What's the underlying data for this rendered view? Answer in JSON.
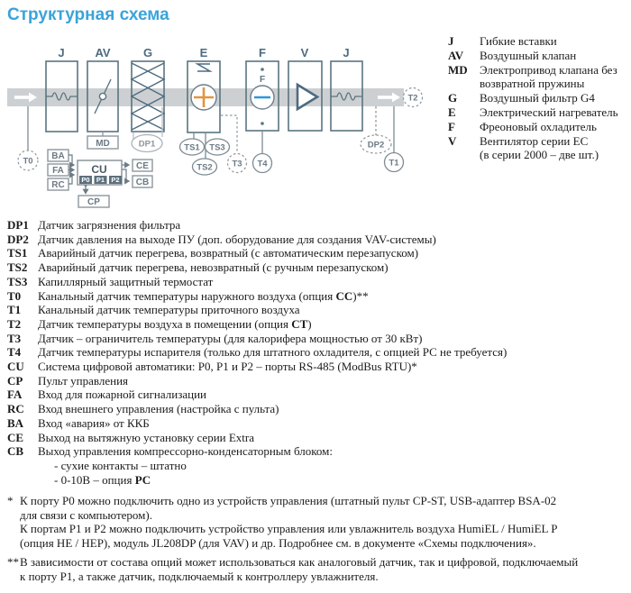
{
  "title": "Структурная схема",
  "colors": {
    "title_blue": "#3aa3da",
    "box_stroke": "#5a7480",
    "label_blue_gray": "#4d6b80",
    "duct_gray": "#cdd0d2",
    "heater_orange": "#e2953e",
    "cooler_blue": "#2b9bd7",
    "small_box_stroke": "#8d969c",
    "sensor_stroke": "#7d8b93",
    "port_fill": "#5c707e"
  },
  "diagram": {
    "duct_labels": {
      "j1": "J",
      "av": "AV",
      "g": "G",
      "e": "E",
      "f": "F",
      "v": "V",
      "j2": "J"
    },
    "f_inner_label": "F",
    "blocks": {
      "md": "MD",
      "cu": "CU",
      "cp": "CP",
      "ba": "BA",
      "fa": "FA",
      "rc": "RC",
      "ce": "CE",
      "cb": "CB"
    },
    "ports": {
      "p0": "P0",
      "p1": "P1",
      "p2": "P2"
    },
    "sensors": {
      "t0": "T0",
      "t1": "T1",
      "t2": "T2",
      "t3": "T3",
      "t4": "T4",
      "ts1": "TS1",
      "ts2": "TS2",
      "ts3": "TS3",
      "dp1": "DP1",
      "dp2": "DP2"
    }
  },
  "legend": {
    "rows": [
      {
        "key": "J",
        "text": "Гибкие вставки"
      },
      {
        "key": "AV",
        "text": "Воздушный клапан"
      },
      {
        "key": "MD",
        "text": "Электропривод клапана без\nвозвратной пружины"
      },
      {
        "key": "G",
        "text": "Воздушный фильтр G4"
      },
      {
        "key": "E",
        "text": "Электрический нагреватель"
      },
      {
        "key": "F",
        "text": "Фреоновый охладитель"
      },
      {
        "key": "V",
        "text": "Вентилятор серии ЕС\n(в серии 2000 – две шт.)"
      }
    ]
  },
  "main_list": {
    "rows": [
      {
        "key": "DP1",
        "pre": "Датчик загрязнения фильтра",
        "bold": "",
        "post": ""
      },
      {
        "key": "DP2",
        "pre": "Датчик давления на выходе ПУ (доп. оборудование для создания VAV-системы)",
        "bold": "",
        "post": ""
      },
      {
        "key": "TS1",
        "pre": "Аварийный датчик перегрева, возвратный (с автоматическим перезапуском)",
        "bold": "",
        "post": ""
      },
      {
        "key": "TS2",
        "pre": "Аварийный датчик перегрева, невозвратный (с ручным перезапуском)",
        "bold": "",
        "post": ""
      },
      {
        "key": "TS3",
        "pre": "Капиллярный защитный термостат",
        "bold": "",
        "post": ""
      },
      {
        "key": "T0",
        "pre": "Канальный датчик температуры наружного воздуха (опция ",
        "bold": "СС",
        "post": ")**"
      },
      {
        "key": "T1",
        "pre": "Канальный датчик температуры приточного воздуха",
        "bold": "",
        "post": ""
      },
      {
        "key": "T2",
        "pre": "Датчик температуры воздуха в помещении (опция ",
        "bold": "СТ",
        "post": ")"
      },
      {
        "key": "T3",
        "pre": "Датчик – ограничитель температуры (для калорифера мощностью от 30 кВт)",
        "bold": "",
        "post": ""
      },
      {
        "key": "T4",
        "pre": "Датчик температуры испарителя (только для штатного охладителя, с опцией РС не требуется)",
        "bold": "",
        "post": ""
      },
      {
        "key": "CU",
        "pre": "Система цифровой автоматики: Р0, Р1 и Р2 – порты RS-485 (ModBus RTU)*",
        "bold": "",
        "post": ""
      },
      {
        "key": "CP",
        "pre": "Пульт управления",
        "bold": "",
        "post": ""
      },
      {
        "key": "FA",
        "pre": "Вход для пожарной сигнализации",
        "bold": "",
        "post": ""
      },
      {
        "key": "RC",
        "pre": "Вход внешнего управления (настройка с пульта)",
        "bold": "",
        "post": ""
      },
      {
        "key": "BA",
        "pre": "Вход «авария» от ККБ",
        "bold": "",
        "post": ""
      },
      {
        "key": "CE",
        "pre": "Выход на вытяжную установку серии Extra",
        "bold": "",
        "post": ""
      },
      {
        "key": "CB",
        "pre": "Выход управления компрессорно-конденсаторным блоком:",
        "bold": "",
        "post": ""
      },
      {
        "key": "",
        "pre": "- сухие контакты – штатно",
        "bold": "",
        "post": ""
      },
      {
        "key": "",
        "pre": "- 0-10В – опция ",
        "bold": "РС",
        "post": ""
      }
    ]
  },
  "footnotes": [
    {
      "marker": "*",
      "text": "К порту Р0 можно подключить одно из устройств управления (штатный пульт CP-ST, USB-адаптер BSA-02\nдля связи с компьютером).\nК портам Р1 и Р2 можно подключить устройство управления или увлажнитель воздуха HumiEL /  HumiEL P\n(опция НЕ / НЕР), модуль JL208DP (для VAV) и др. Подробнее см. в документе «Схемы подключения»."
    },
    {
      "marker": "**",
      "text": "В зависимости от состава опций может использоваться как аналоговый датчик, так и цифровой, подключаемый\nк порту Р1, а также датчик, подключаемый к контроллеру увлажнителя."
    }
  ]
}
